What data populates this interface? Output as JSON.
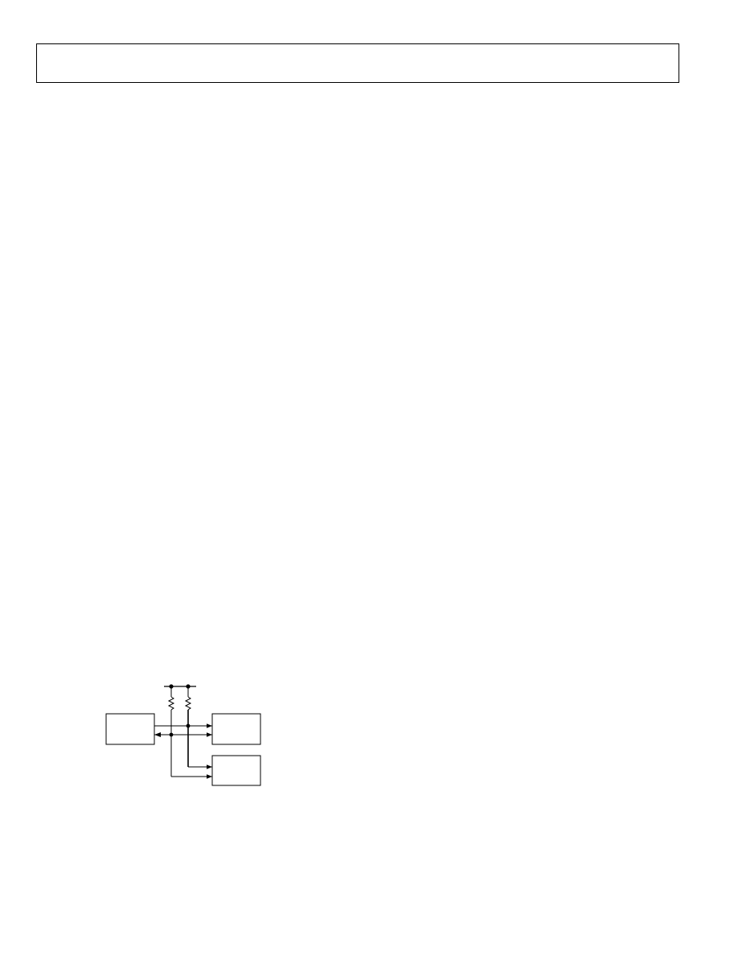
{
  "page": {
    "background": "#ffffff",
    "ink": "#000000"
  },
  "header": {
    "title": ""
  },
  "figure": {
    "description_labels": [],
    "blocks": [
      {
        "id": "controller-block"
      },
      {
        "id": "device-block-1"
      },
      {
        "id": "device-block-2"
      }
    ],
    "pull_up_resistors": 2
  }
}
